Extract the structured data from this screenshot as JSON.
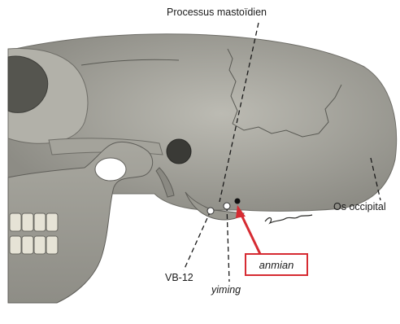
{
  "labels": {
    "processus_mastoidien": "Processus mastoïdien",
    "os_occipital": "Os occipital",
    "vb12": "VB-12",
    "yiming": "yiming",
    "anmian": "anmian"
  },
  "signature": "Lapin",
  "colors": {
    "highlight_red": "#d62b32",
    "bone": "#9a9a92",
    "background": "#ffffff"
  }
}
